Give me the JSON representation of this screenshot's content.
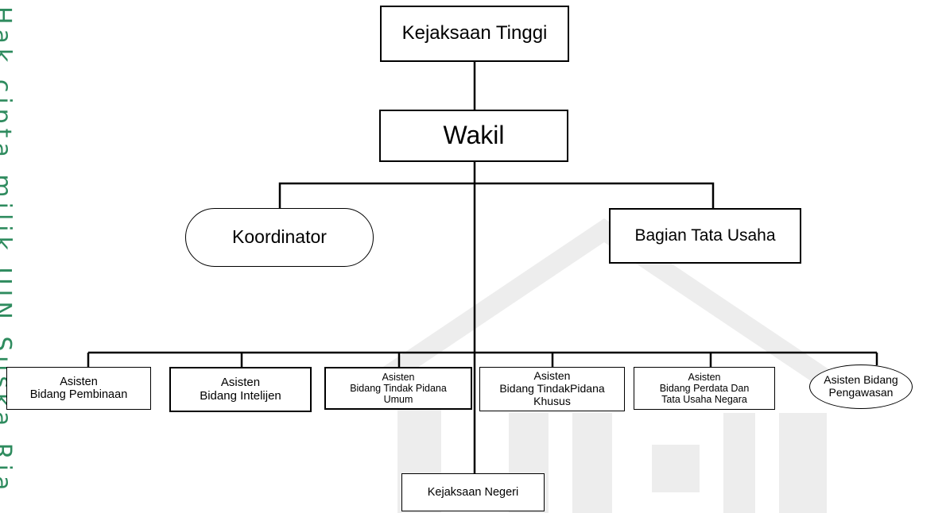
{
  "watermark": {
    "side_text": "Hak cipta milik UIN Suska Ria"
  },
  "nodes": {
    "kejaksaan_tinggi": "Kejaksaan Tinggi",
    "wakil": "Wakil",
    "koordinator": "Koordinator",
    "bagian_tata_usaha": "Bagian Tata Usaha",
    "asisten_pembinaan": [
      "Asisten",
      "Bidang Pembinaan"
    ],
    "asisten_intelijen": [
      "Asisten",
      "Bidang Intelijen"
    ],
    "asisten_pidum": [
      "Asisten",
      "Bidang Tindak Pidana",
      "Umum"
    ],
    "asisten_pidsus": [
      "Asisten",
      "Bidang TindakPidana",
      "Khusus"
    ],
    "asisten_datun": [
      "Asisten",
      "Bidang Perdata Dan",
      "Tata Usaha Negara"
    ],
    "asisten_pengawasan": [
      "Asisten Bidang",
      "Pengawasan"
    ],
    "kejaksaan_negeri": "Kejaksaan Negeri"
  }
}
